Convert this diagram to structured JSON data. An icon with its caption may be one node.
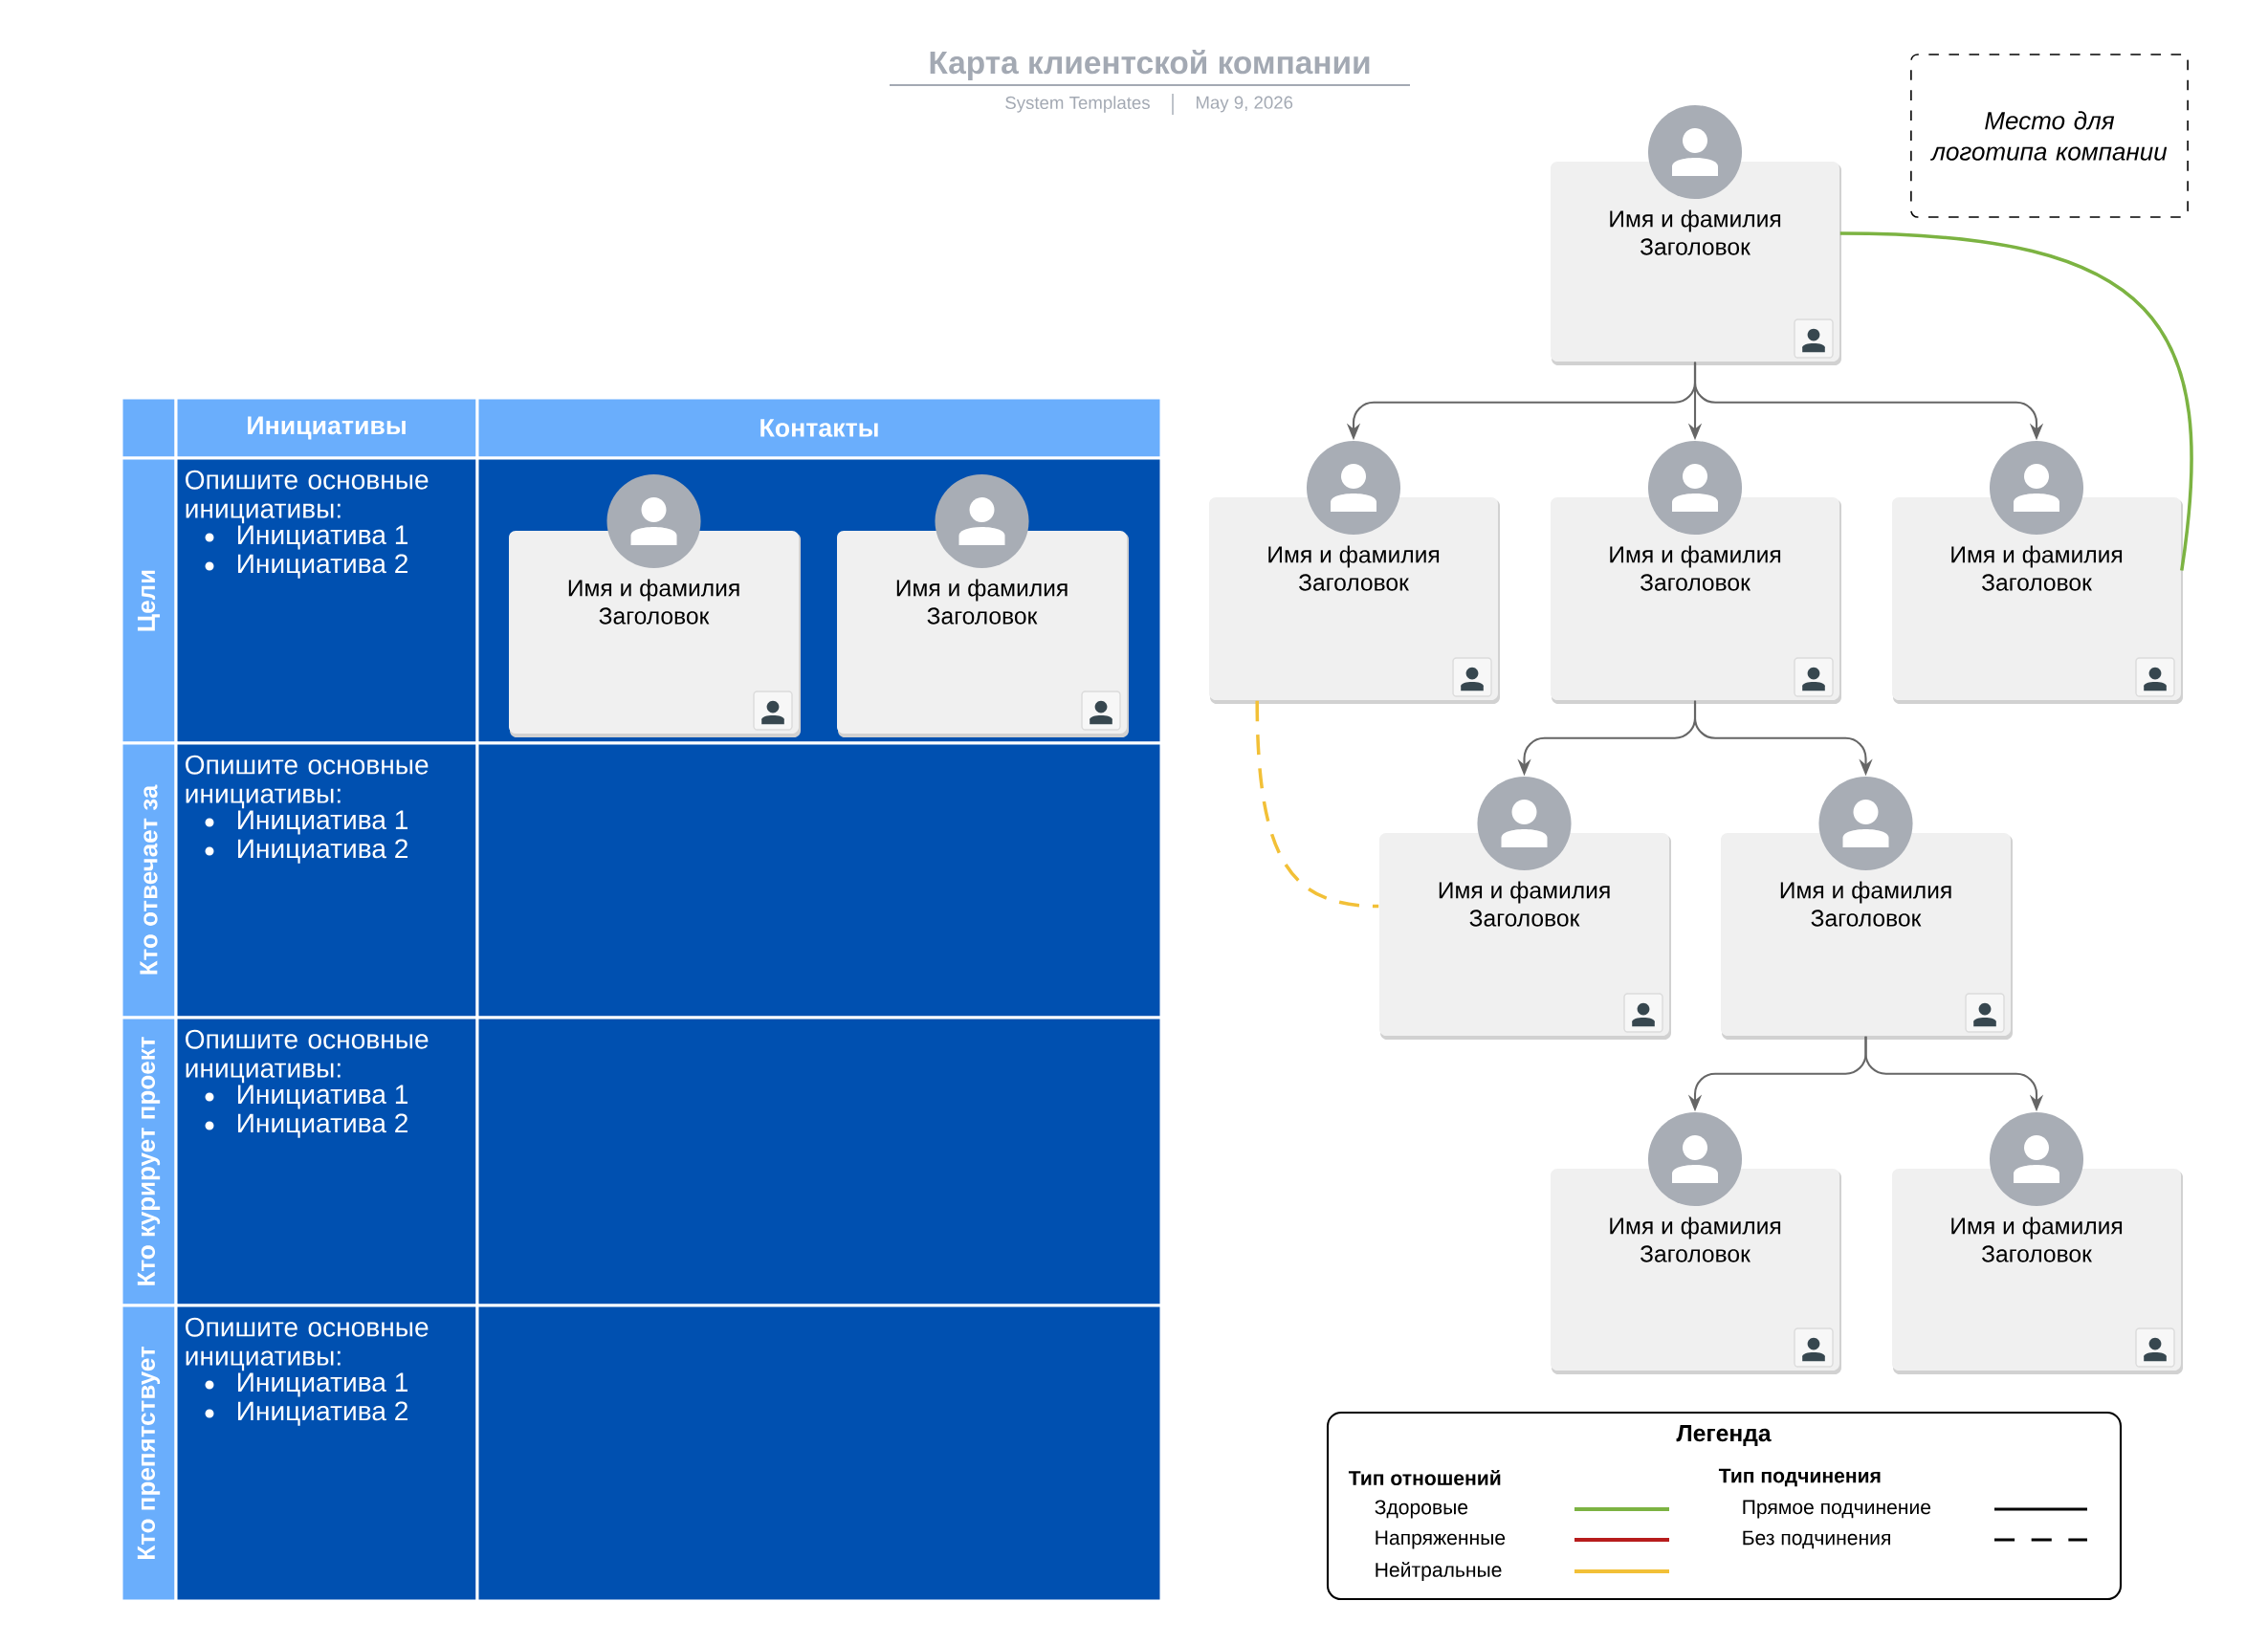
{
  "diagram": {
    "title": "Карта клиентской компании",
    "nodes": [
      {
        "text": [
          "Имя и фамилия",
          "Заголовок"
        ]
      },
      {
        "text": [
          "Имя и фамилия",
          "Заголовок"
        ]
      },
      {
        "text": [
          "Имя и фамилия",
          "Заголовок"
        ]
      },
      {
        "text": [
          "Имя и фамилия",
          "Заголовок"
        ]
      },
      {
        "text": [
          "Имя и фамилия",
          "Заголовок"
        ]
      },
      {
        "text": [
          "Имя и фамилия",
          "Заголовок"
        ]
      },
      {
        "text": [
          "Имя и фамилия",
          "Заголовок"
        ]
      },
      {
        "text": [
          "Имя и фамилия",
          "Заголовок"
        ]
      },
      {
        "text": [
          "Имя и фамилия",
          "Заголовок"
        ]
      },
      {
        "text": [
          "Имя и фамилия",
          "Заголовок"
        ]
      },
      {
        "text": [
          "Место для логотипа компании"
        ]
      }
    ],
    "edges": [
      {
        "from": 0,
        "to": 1,
        "arrow": "to"
      },
      {
        "from": 0,
        "to": 2,
        "arrow": "to"
      },
      {
        "from": 0,
        "to": 3,
        "arrow": "to"
      },
      {
        "from": 2,
        "to": 4,
        "arrow": "to"
      },
      {
        "from": 2,
        "to": 5,
        "arrow": "to"
      },
      {
        "from": 5,
        "to": 6,
        "arrow": "to"
      },
      {
        "from": 5,
        "to": 7,
        "arrow": "to"
      },
      {
        "from": 0,
        "to": 3,
        "arrow": "none",
        "color": "#7cb342"
      },
      {
        "from": 1,
        "to": 4,
        "arrow": "none",
        "style": "dashed",
        "color": "#f2c037"
      }
    ],
    "labels": [
      "System Templates",
      "May 9, 2026",
      "Инициативы",
      "Контакты",
      "Цели",
      "Опишите основные инициативы:",
      "Инициатива 1",
      "Инициатива 2",
      "Кто отвечает за",
      "Опишите основные инициативы:",
      "Инициатива 1",
      "Инициатива 2",
      "Кто курирует проект",
      "Опишите основные инициативы:",
      "Инициатива 1",
      "Инициатива 2",
      "Кто препятствует",
      "Опишите основные инициативы:",
      "Инициатива 1",
      "Инициатива 2",
      "Легенда",
      "Тип отношений",
      "Тип подчинения"
    ],
    "legend": [
      {
        "text": "Здоровые",
        "color": "#7cb342"
      },
      {
        "text": "Напряженные",
        "color": "#b71c1c"
      },
      {
        "text": "Нейтральные",
        "color": "#f2c037"
      },
      {
        "text": "Прямое подчинение"
      },
      {
        "text": "Без подчинения"
      }
    ]
  }
}
